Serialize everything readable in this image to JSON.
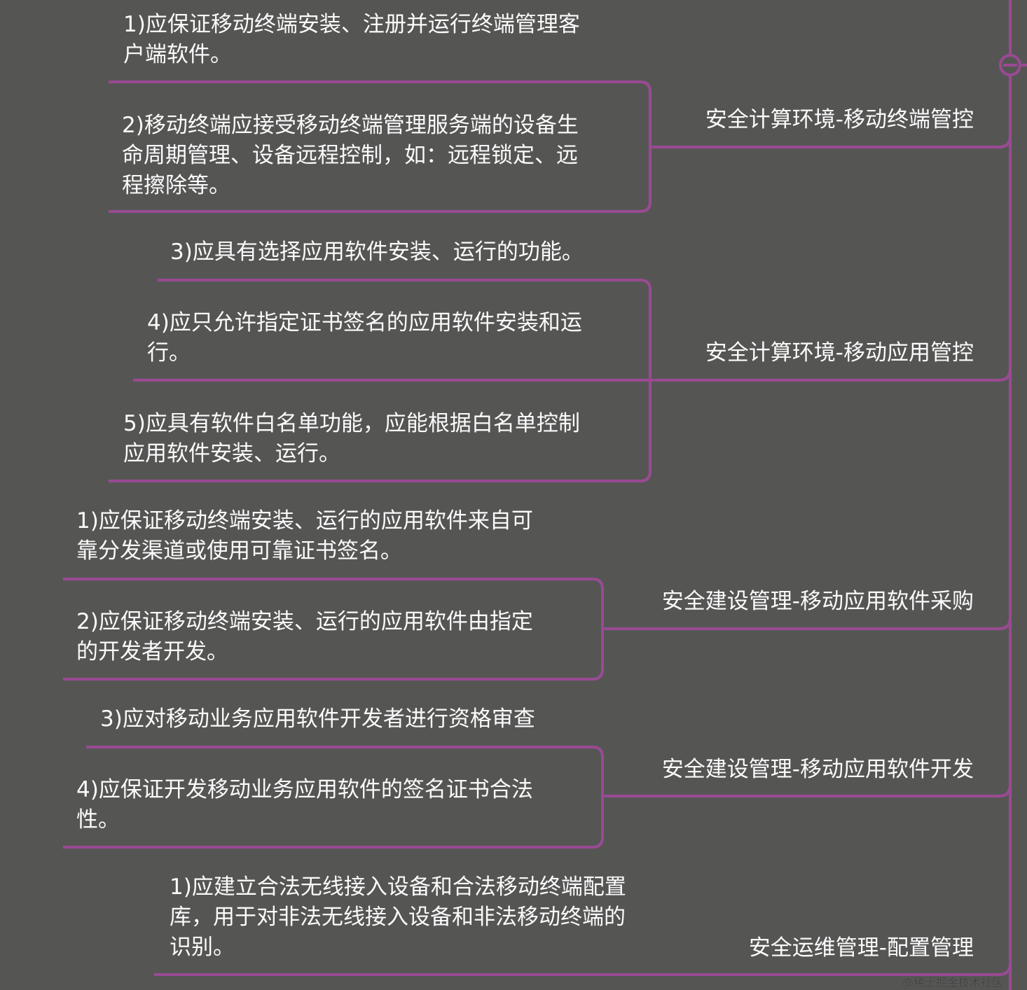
{
  "colors": {
    "background": "#555654",
    "line": "#9a4a93",
    "text": "#fbfbfb"
  },
  "collapse_icon": "minus-circle-icon",
  "branches": [
    {
      "label": "安全计算环境-移动终端管控",
      "children": [
        [
          "1)应保证移动终端安装、注册并运行终端管理客",
          "户端软件。"
        ],
        [
          "2)移动终端应接受移动终端管理服务端的设备生",
          "命周期管理、设备远程控制，如：远程锁定、远",
          "程擦除等。"
        ]
      ]
    },
    {
      "label": "安全计算环境-移动应用管控",
      "children": [
        [
          "3)应具有选择应用软件安装、运行的功能。"
        ],
        [
          "4)应只允许指定证书签名的应用软件安装和运",
          "行。"
        ],
        [
          "5)应具有软件白名单功能，应能根据白名单控制",
          "应用软件安装、运行。"
        ]
      ]
    },
    {
      "label": "安全建设管理-移动应用软件采购",
      "children": [
        [
          "1)应保证移动终端安装、运行的应用软件来自可",
          "靠分发渠道或使用可靠证书签名。"
        ],
        [
          "2)应保证移动终端安装、运行的应用软件由指定",
          "的开发者开发。"
        ]
      ]
    },
    {
      "label": "安全建设管理-移动应用软件开发",
      "children": [
        [
          "3)应对移动业务应用软件开发者进行资格审查"
        ],
        [
          "4)应保证开发移动业务应用软件的签名证书合法",
          "性。"
        ]
      ]
    },
    {
      "label": "安全运维管理-配置管理",
      "children": [
        [
          "1)应建立合法无线接入设备和合法移动终端配置",
          "库，用于对非法无线接入设备和非法移动终端的",
          "识别。"
        ]
      ]
    }
  ],
  "watermark": "@稀土掘金技术社区"
}
